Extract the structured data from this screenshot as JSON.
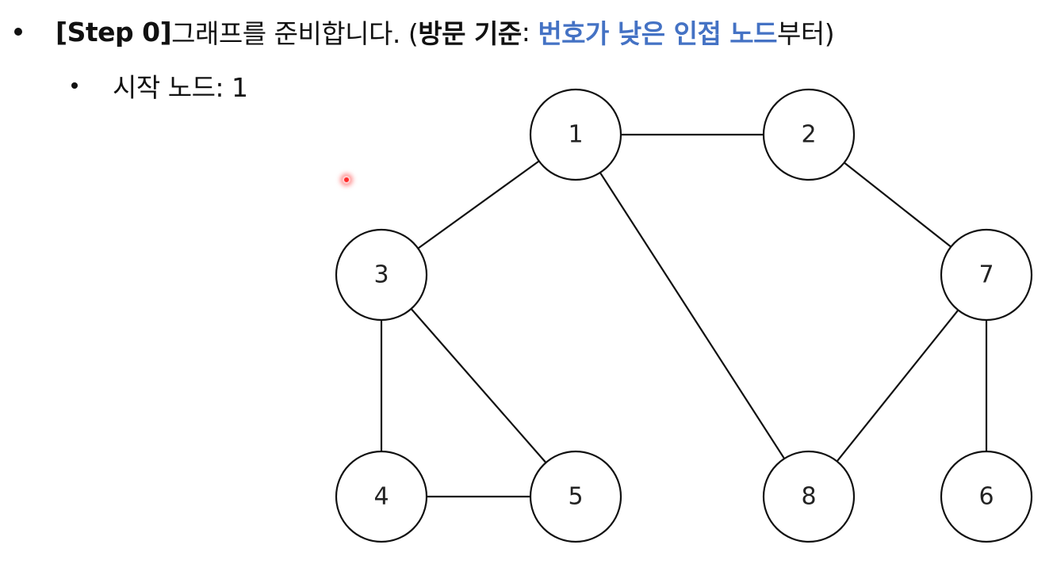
{
  "heading": {
    "step_tag": "[Step 0]",
    "text_main": " 그래프를 준비합니다. (",
    "criterion_label": "방문 기준",
    "colon": ": ",
    "criterion_value": "번호가 낮은 인접 노드",
    "tail": "부터)",
    "accent_color": "#4472c4"
  },
  "sub_bullet": {
    "text": "시작 노드: 1"
  },
  "graph": {
    "nodes": [
      {
        "id": "1",
        "label": "1"
      },
      {
        "id": "2",
        "label": "2"
      },
      {
        "id": "3",
        "label": "3"
      },
      {
        "id": "4",
        "label": "4"
      },
      {
        "id": "5",
        "label": "5"
      },
      {
        "id": "6",
        "label": "6"
      },
      {
        "id": "7",
        "label": "7"
      },
      {
        "id": "8",
        "label": "8"
      }
    ],
    "edges": [
      [
        "1",
        "2"
      ],
      [
        "1",
        "3"
      ],
      [
        "1",
        "8"
      ],
      [
        "2",
        "7"
      ],
      [
        "3",
        "4"
      ],
      [
        "3",
        "5"
      ],
      [
        "4",
        "5"
      ],
      [
        "7",
        "8"
      ],
      [
        "7",
        "6"
      ]
    ]
  },
  "cursor": {
    "icon": "laser-pointer-icon",
    "color": "#ff2a2a"
  }
}
